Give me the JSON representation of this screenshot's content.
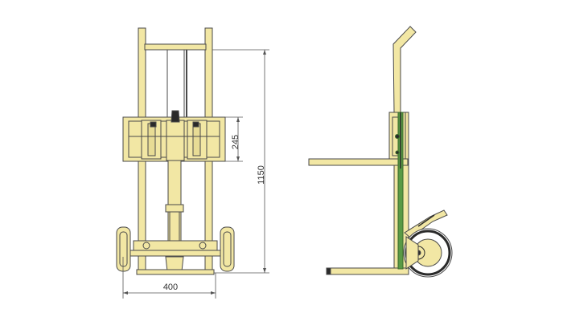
{
  "diagram": {
    "dimensions": {
      "width": "400",
      "height": "1150",
      "fork_height": "245"
    },
    "colors": {
      "frame_yellow": "#f2e7a4",
      "outline": "#4a4a4a",
      "cylinder_green": "#5a9a45",
      "dimension_line": "#555555",
      "dark_detail": "#2a2a2a"
    }
  }
}
